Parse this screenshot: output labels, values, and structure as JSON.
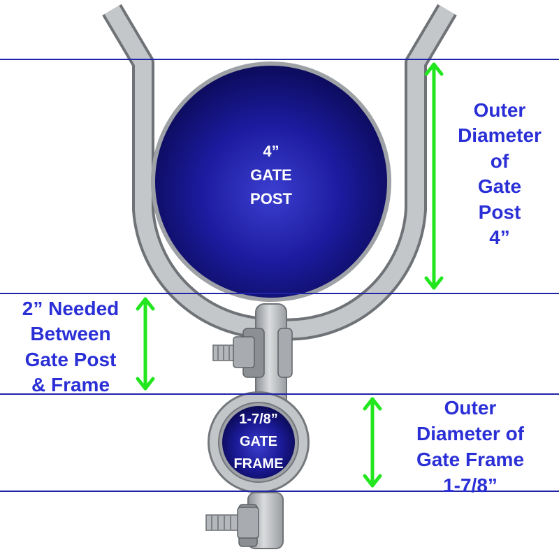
{
  "colors": {
    "guide_line": "#1f24a8",
    "arrow": "#22e61e",
    "label_text": "#2a2fd6",
    "pipe_blue": "#16158f",
    "steel": "#b9bcbf"
  },
  "post": {
    "label": [
      "4”",
      "GATE",
      "POST"
    ]
  },
  "frame": {
    "label": [
      "1-7/8”",
      "GATE",
      "FRAME"
    ]
  },
  "annotations": {
    "post_diameter": [
      "Outer",
      "Diameter",
      "of",
      "Gate",
      "Post",
      "4”"
    ],
    "gap": [
      "2” Needed",
      "Between",
      "Gate Post",
      "& Frame"
    ],
    "frame_diameter": [
      "Outer",
      "Diameter of",
      "Gate Frame",
      "1-7/8”"
    ]
  }
}
